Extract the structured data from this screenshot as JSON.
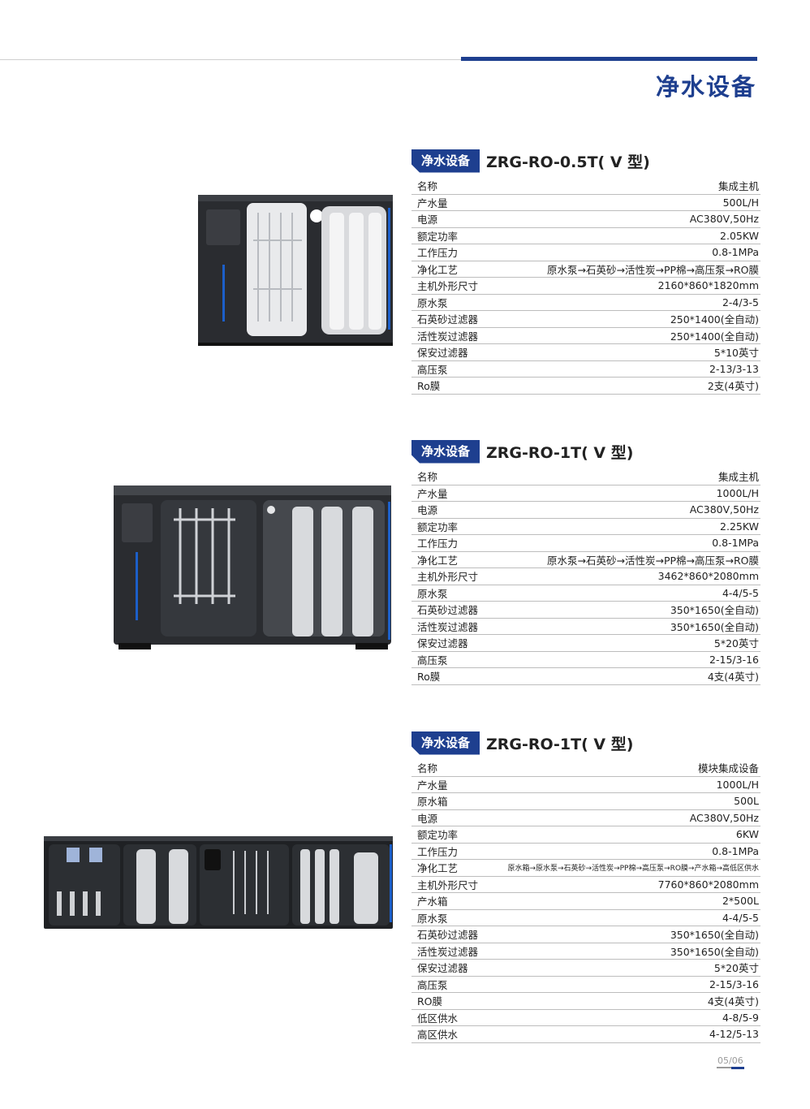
{
  "header": {
    "title": "净水设备"
  },
  "sections": [
    {
      "tag": "净水设备",
      "model": "ZRG-RO-0.5T( V 型)",
      "rows": [
        {
          "k": "名称",
          "v": "集成主机"
        },
        {
          "k": "产水量",
          "v": "500L/H"
        },
        {
          "k": "电源",
          "v": "AC380V,50Hz"
        },
        {
          "k": "额定功率",
          "v": "2.05KW"
        },
        {
          "k": "工作压力",
          "v": "0.8-1MPa"
        },
        {
          "k": "净化工艺",
          "v": "原水泵→石英砂→活性炭→PP棉→高压泵→RO膜"
        },
        {
          "k": "主机外形尺寸",
          "v": "2160*860*1820mm"
        },
        {
          "k": "原水泵",
          "v": "2-4/3-5"
        },
        {
          "k": "石英砂过滤器",
          "v": "250*1400(全自动)"
        },
        {
          "k": "活性炭过滤器",
          "v": "250*1400(全自动)"
        },
        {
          "k": "保安过滤器",
          "v": "5*10英寸"
        },
        {
          "k": "高压泵",
          "v": "2-13/3-13"
        },
        {
          "k": "Ro膜",
          "v": "2支(4英寸)"
        }
      ]
    },
    {
      "tag": "净水设备",
      "model": "ZRG-RO-1T( V 型)",
      "rows": [
        {
          "k": "名称",
          "v": "集成主机"
        },
        {
          "k": "产水量",
          "v": "1000L/H"
        },
        {
          "k": "电源",
          "v": "AC380V,50Hz"
        },
        {
          "k": "额定功率",
          "v": "2.25KW"
        },
        {
          "k": "工作压力",
          "v": "0.8-1MPa"
        },
        {
          "k": "净化工艺",
          "v": "原水泵→石英砂→活性炭→PP棉→高压泵→RO膜"
        },
        {
          "k": "主机外形尺寸",
          "v": "3462*860*2080mm"
        },
        {
          "k": "原水泵",
          "v": "4-4/5-5"
        },
        {
          "k": "石英砂过滤器",
          "v": "350*1650(全自动)"
        },
        {
          "k": "活性炭过滤器",
          "v": "350*1650(全自动)"
        },
        {
          "k": "保安过滤器",
          "v": "5*20英寸"
        },
        {
          "k": "高压泵",
          "v": "2-15/3-16"
        },
        {
          "k": "Ro膜",
          "v": "4支(4英寸)"
        }
      ]
    },
    {
      "tag": "净水设备",
      "model": "ZRG-RO-1T( V 型)",
      "rows": [
        {
          "k": "名称",
          "v": "模块集成设备"
        },
        {
          "k": "产水量",
          "v": "1000L/H"
        },
        {
          "k": "原水箱",
          "v": "500L"
        },
        {
          "k": "电源",
          "v": "AC380V,50Hz"
        },
        {
          "k": "额定功率",
          "v": "6KW"
        },
        {
          "k": "工作压力",
          "v": "0.8-1MPa"
        },
        {
          "k": "净化工艺",
          "v": "原水箱→原水泵→石英砂→活性炭→PP棉→高压泵→RO膜→产水箱→高低区供水"
        },
        {
          "k": "主机外形尺寸",
          "v": "7760*860*2080mm"
        },
        {
          "k": "产水箱",
          "v": "2*500L"
        },
        {
          "k": "原水泵",
          "v": "4-4/5-5"
        },
        {
          "k": "石英砂过滤器",
          "v": "350*1650(全自动)"
        },
        {
          "k": "活性炭过滤器",
          "v": "350*1650(全自动)"
        },
        {
          "k": "保安过滤器",
          "v": "5*20英寸"
        },
        {
          "k": "高压泵",
          "v": "2-15/3-16"
        },
        {
          "k": "RO膜",
          "v": "4支(4英寸)"
        },
        {
          "k": "低区供水",
          "v": "4-8/5-9"
        },
        {
          "k": "高区供水",
          "v": "4-12/5-13"
        }
      ]
    }
  ],
  "footer": {
    "page": "05/06"
  },
  "colors": {
    "brand": "#1e3f8f"
  }
}
